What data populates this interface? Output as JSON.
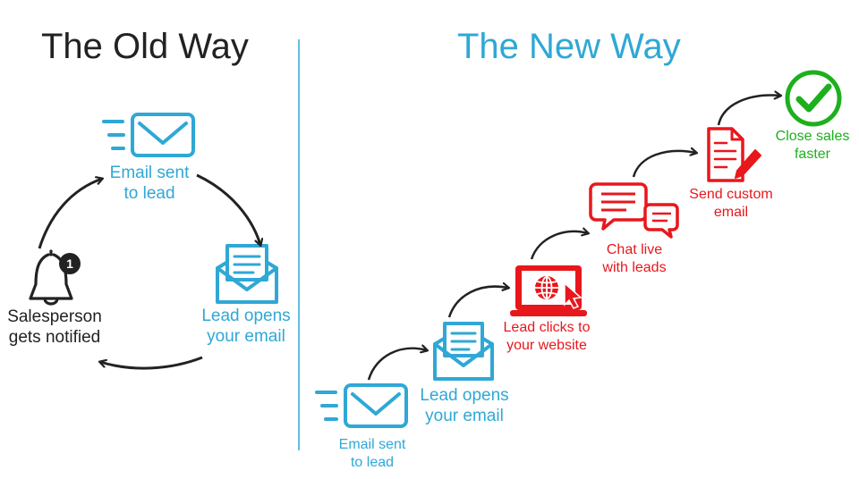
{
  "old_way": {
    "title": "The Old Way",
    "steps": [
      {
        "line1": "Email sent",
        "line2": "to lead"
      },
      {
        "line1": "Lead opens",
        "line2": "your email"
      },
      {
        "line1": "Salesperson",
        "line2": "gets notified"
      }
    ],
    "badge": "1"
  },
  "new_way": {
    "title": "The New Way",
    "steps": [
      {
        "line1": "Email sent",
        "line2": "to lead"
      },
      {
        "line1": "Lead opens",
        "line2": "your email"
      },
      {
        "line1": "Lead clicks to",
        "line2": "your website"
      },
      {
        "line1": "Chat live",
        "line2": "with leads"
      },
      {
        "line1": "Send custom",
        "line2": "email"
      },
      {
        "line1": "Close sales",
        "line2": "faster"
      }
    ]
  },
  "colors": {
    "old_title": "#222222",
    "new_title": "#2fa8d5",
    "blue": "#2fa8d5",
    "red": "#e8171c",
    "green": "#1db01d",
    "dark": "#222222"
  },
  "icons": {
    "email_sent": "envelope-speed-icon",
    "email_open": "open-envelope-icon",
    "bell": "bell-notification-icon",
    "website": "laptop-globe-cursor-icon",
    "chat": "chat-bubbles-icon",
    "document": "document-pen-icon",
    "check": "check-circle-icon"
  }
}
